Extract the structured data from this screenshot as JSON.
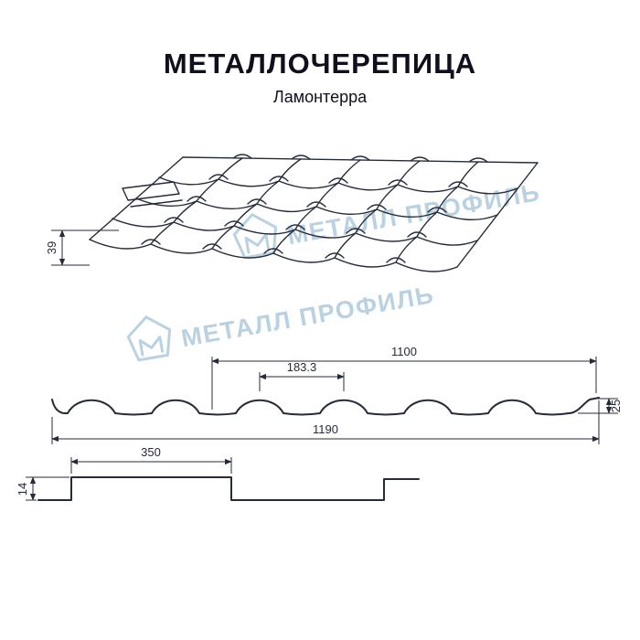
{
  "page": {
    "title": "МЕТАЛЛОЧЕРЕПИЦА",
    "subtitle": "Ламонтерра"
  },
  "watermark": {
    "text": "МЕТАЛЛ ПРОФИЛЬ"
  },
  "diagram": {
    "perspective": {
      "height_label": "39"
    },
    "cross_section": {
      "useful_width": "1100",
      "wave_step": "183.3",
      "profile_height": "25",
      "overall_width": "1190"
    },
    "longitudinal": {
      "module_length": "350",
      "step_height": "14"
    }
  },
  "colors": {
    "line": "#252b39",
    "watermark": "#a9c6dc",
    "title": "#10101c",
    "background": "#ffffff"
  }
}
